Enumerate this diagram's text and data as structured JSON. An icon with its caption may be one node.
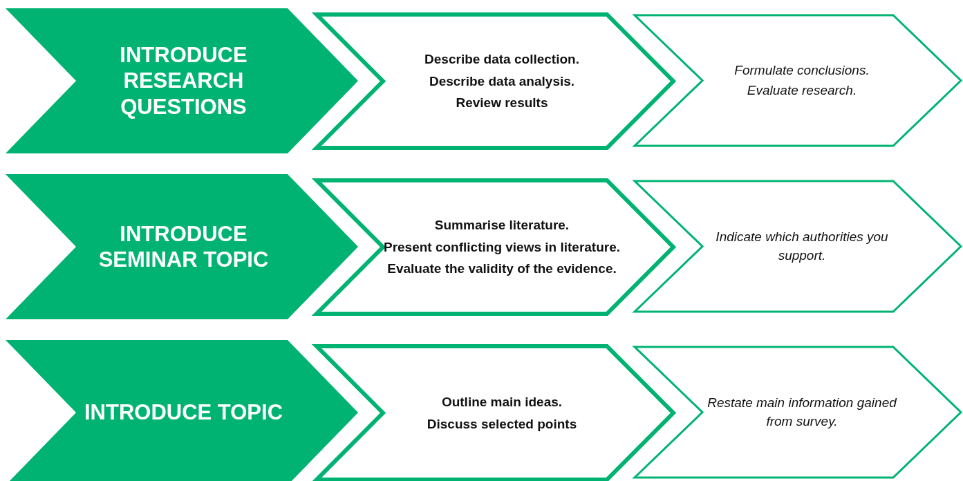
{
  "diagram": {
    "nodes": [
      {
        "text": [
          "INTRODUCE RESEARCH QUESTIONS"
        ]
      },
      {
        "text": [
          "Describe data collection.",
          "Describe data analysis.",
          "Review results"
        ]
      },
      {
        "text": [
          "Formulate conclusions.",
          "Evaluate research."
        ]
      },
      {
        "text": [
          "INTRODUCE SEMINAR TOPIC"
        ]
      },
      {
        "text": [
          "Summarise literature.",
          "Present conflicting views in literature.",
          "Evaluate the validity of the evidence."
        ]
      },
      {
        "text": [
          "Indicate which authorities you support."
        ]
      },
      {
        "text": [
          "INTRODUCE TOPIC"
        ]
      },
      {
        "text": [
          "Outline main ideas.",
          "Discuss selected points"
        ]
      },
      {
        "text": [
          "Restate main information gained from survey."
        ]
      }
    ]
  }
}
